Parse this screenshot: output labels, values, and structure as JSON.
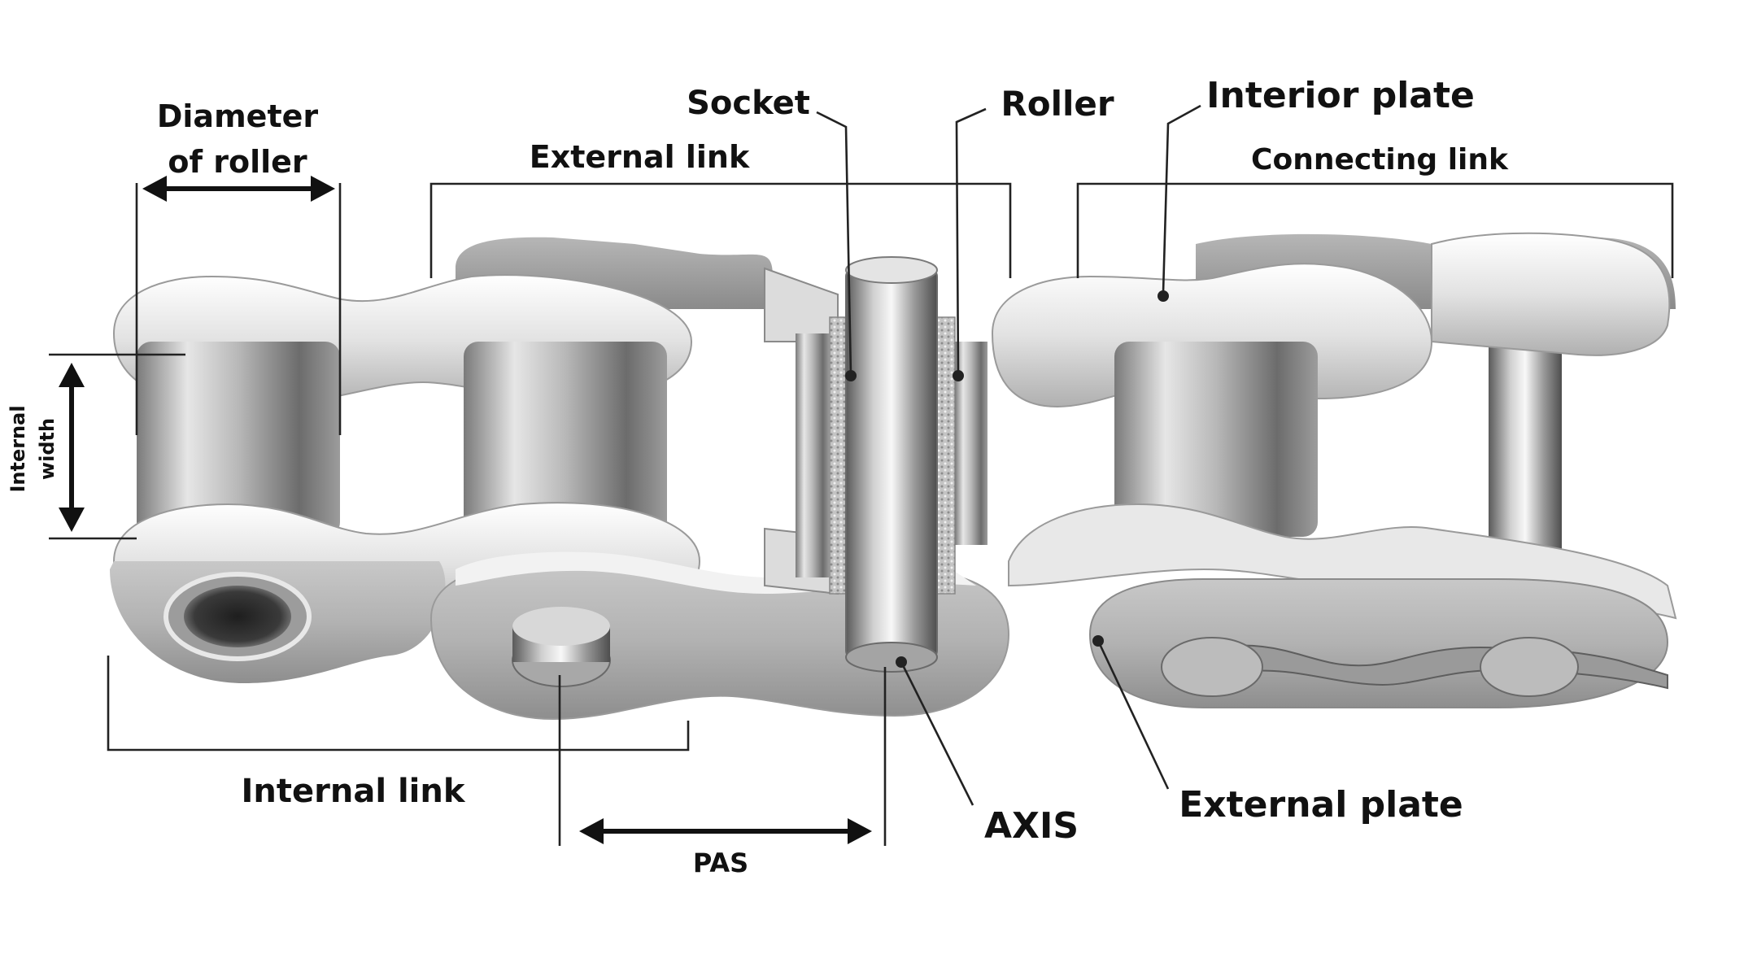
{
  "labels": {
    "diameter_line1": "Diameter",
    "diameter_line2": "of roller",
    "external_link": "External link",
    "socket": "Socket",
    "roller": "Roller",
    "interior_plate": "Interior plate",
    "connecting_link": "Connecting link",
    "internal_width_line1": "Internal",
    "internal_width_line2": "width",
    "internal_link": "Internal link",
    "pas": "PAS",
    "axis": "AXIS",
    "external_plate": "External plate"
  },
  "colors": {
    "metal_light": "#eeeeee",
    "metal_mid": "#b4b4b4",
    "metal_dark": "#6f6f6f",
    "text": "#111111"
  }
}
